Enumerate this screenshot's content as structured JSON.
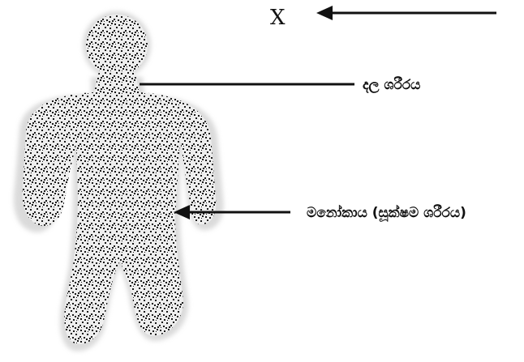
{
  "labels": {
    "x_marker": "X",
    "gross_body": "දල ශරීරය",
    "subtle_body": "මනෝකාය (සූක්ෂම ශරීරය)"
  },
  "colors": {
    "ink": "#111111",
    "figure_fill": "#f2f2f2",
    "speckle": "#1a1a1a"
  }
}
